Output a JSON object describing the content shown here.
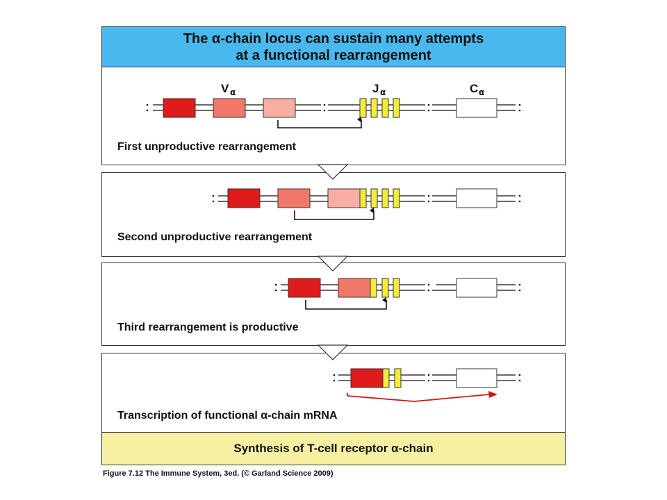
{
  "title": {
    "line1": "The α-chain locus can sustain many attempts",
    "line2": "at a functional rearrangement"
  },
  "gene_labels": {
    "v": "V",
    "v_sub": "α",
    "j": "J",
    "j_sub": "α",
    "c": "C",
    "c_sub": "α"
  },
  "panels": [
    {
      "label": "First unproductive rearrangement"
    },
    {
      "label": "Second unproductive rearrangement"
    },
    {
      "label": "Third rearrangement is productive"
    },
    {
      "label": "Transcription of functional α-chain mRNA"
    }
  ],
  "result": {
    "label": "Synthesis of T-cell receptor α-chain"
  },
  "caption": "Figure 7.12 The Immune System, 3ed. (© Garland Science 2009)",
  "colors": {
    "title_bg": "#49b8ee",
    "result_bg": "#f7f0a2",
    "v1": "#e01b1b",
    "v2": "#f2786a",
    "v3": "#f9aea4",
    "j": "#f4ec3a",
    "mrna_arrow": "#d01818"
  }
}
